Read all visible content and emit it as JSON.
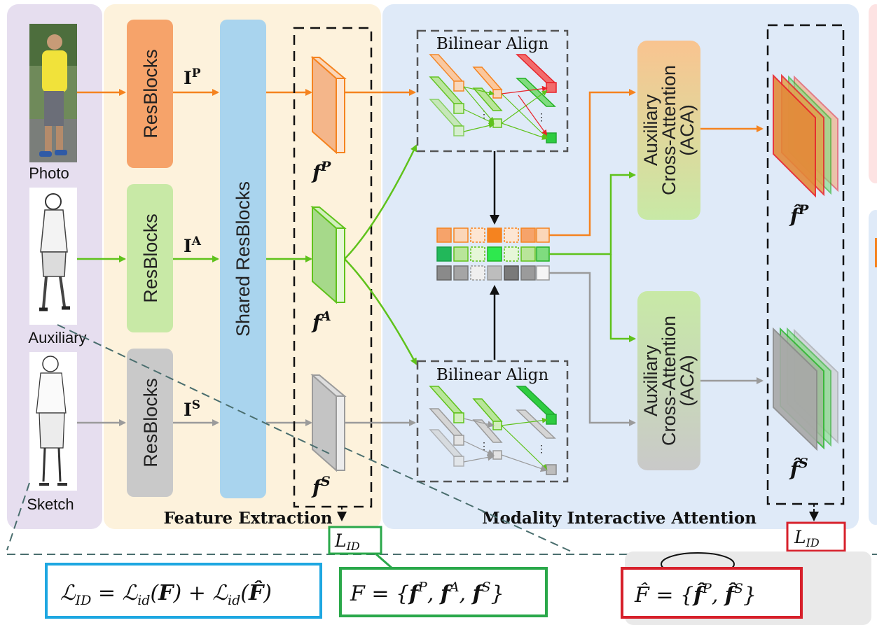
{
  "colors": {
    "photo": "#f5831f",
    "auxiliary": "#5fc21b",
    "sketch": "#9b9b9b",
    "red": "#e8232a",
    "loss_blue": "#1ea7e1",
    "loss_green": "#2aa84a",
    "loss_red": "#d7202b",
    "panel_input": "#e6deef",
    "panel_feature": "#fdf2dc",
    "panel_mia": "#dfeaf8",
    "shared_block": "#a9d4ee"
  },
  "inputs": {
    "photo_label": "Photo",
    "auxiliary_label": "Auxiliary",
    "sketch_label": "Sketch"
  },
  "feature_extraction": {
    "title": "Feature Extraction",
    "resblocks_label": "ResBlocks",
    "shared_label": "Shared ResBlocks",
    "input_photo": "I",
    "input_photo_sup": "P",
    "input_aux": "I",
    "input_aux_sup": "A",
    "input_sketch": "I",
    "input_sketch_sup": "S",
    "feat_photo": "f",
    "feat_photo_sup": "P",
    "feat_aux": "f",
    "feat_aux_sup": "A",
    "feat_sketch": "f",
    "feat_sketch_sup": "S"
  },
  "mia": {
    "title": "Modality Interactive Attention",
    "bilinear_top": "Bilinear Align",
    "bilinear_bottom": "Bilinear Align",
    "aca_top_line1": "Auxiliary",
    "aca_top_line2": "Cross-Attention",
    "aca_top_line3": "(ACA)",
    "aca_bottom_line1": "Auxiliary",
    "aca_bottom_line2": "Cross-Attention",
    "aca_bottom_line3": "(ACA)",
    "out_photo": "f̂",
    "out_photo_sup": "P",
    "out_sketch": "f̂",
    "out_sketch_sup": "S"
  },
  "losses": {
    "lid_left": "L",
    "lid_left_sub": "ID",
    "lid_right": "L",
    "lid_right_sub": "ID",
    "formula_total": "ℒID = ℒid(F) + ℒid(F̂)",
    "formula_total_parts": [
      "ℒ",
      "ID",
      " = ℒ",
      "id",
      "(",
      "F",
      ") + ℒ",
      "id",
      "(",
      "F̂",
      ")"
    ],
    "formula_f_parts": [
      "F",
      " = {",
      "f",
      "P",
      ", ",
      "f",
      "A",
      ", ",
      "f",
      "S",
      "}"
    ],
    "formula_fhat_parts": [
      "F̂",
      " = {",
      "f̂",
      "P",
      ", ",
      "f̂",
      "S",
      "}"
    ]
  }
}
